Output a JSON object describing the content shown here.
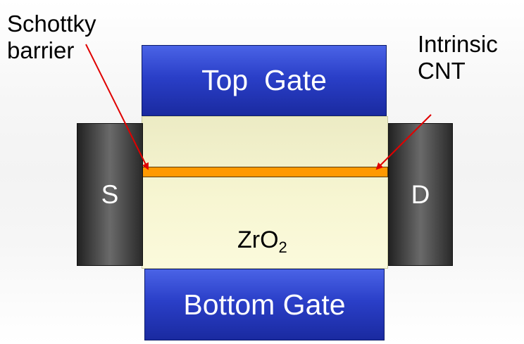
{
  "labels": {
    "top_gate": "Top  Gate",
    "bottom_gate": "Bottom Gate",
    "source": "S",
    "drain": "D",
    "oxide_base": "ZrO",
    "oxide_subscript": "2"
  },
  "annotations": {
    "schottky_line1": "Schottky",
    "schottky_line2": "barrier",
    "intrinsic_line1": "Intrinsic",
    "intrinsic_line2": "CNT"
  },
  "colors": {
    "gate": "#2a3fc8",
    "dielectric": "#f7f6d2",
    "cnt": "#ff9900",
    "contact": "#444444",
    "arrow": "#e00000"
  }
}
